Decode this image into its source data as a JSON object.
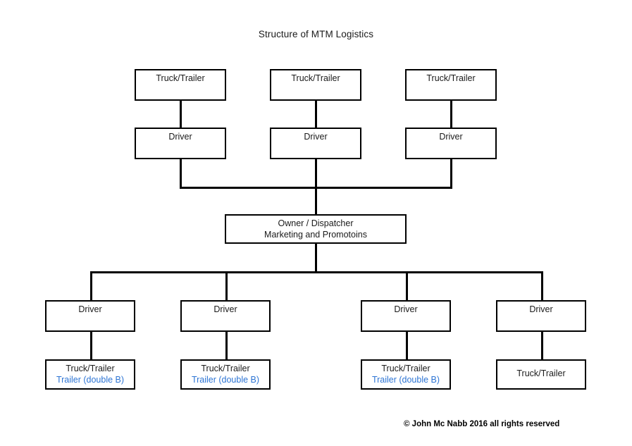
{
  "chart_data": {
    "type": "diagram",
    "title": "Structure of MTM Logistics",
    "diagram_kind": "organizational-hierarchy",
    "root": "Owner / Dispatcher Marketing and Promotoins",
    "accent_color": "#2e75d4",
    "line_color": "#000000",
    "background_color": "#ffffff",
    "nodes": [
      {
        "id": "top-truck-1",
        "lines": [
          "Truck/Trailer"
        ],
        "group": "upper-fleet"
      },
      {
        "id": "top-truck-2",
        "lines": [
          "Truck/Trailer"
        ],
        "group": "upper-fleet"
      },
      {
        "id": "top-truck-3",
        "lines": [
          "Truck/Trailer"
        ],
        "group": "upper-fleet"
      },
      {
        "id": "top-driver-1",
        "lines": [
          "Driver"
        ],
        "group": "upper-drivers"
      },
      {
        "id": "top-driver-2",
        "lines": [
          "Driver"
        ],
        "group": "upper-drivers"
      },
      {
        "id": "top-driver-3",
        "lines": [
          "Driver"
        ],
        "group": "upper-drivers"
      },
      {
        "id": "owner",
        "lines": [
          "Owner / Dispatcher",
          "Marketing and Promotoins"
        ],
        "group": "root"
      },
      {
        "id": "bottom-driver-1",
        "lines": [
          "Driver"
        ],
        "group": "lower-drivers"
      },
      {
        "id": "bottom-driver-2",
        "lines": [
          "Driver"
        ],
        "group": "lower-drivers"
      },
      {
        "id": "bottom-driver-3",
        "lines": [
          "Driver"
        ],
        "group": "lower-drivers"
      },
      {
        "id": "bottom-driver-4",
        "lines": [
          "Driver"
        ],
        "group": "lower-drivers"
      },
      {
        "id": "bottom-truck-1",
        "lines": [
          "Truck/Trailer",
          "Trailer (double B)"
        ],
        "group": "lower-fleet"
      },
      {
        "id": "bottom-truck-2",
        "lines": [
          "Truck/Trailer",
          "Trailer (double B)"
        ],
        "group": "lower-fleet"
      },
      {
        "id": "bottom-truck-3",
        "lines": [
          "Truck/Trailer",
          "Trailer (double B)"
        ],
        "group": "lower-fleet"
      },
      {
        "id": "bottom-truck-4",
        "lines": [
          "Truck/Trailer"
        ],
        "group": "lower-fleet"
      }
    ],
    "edges": [
      {
        "from": "top-truck-1",
        "to": "top-driver-1"
      },
      {
        "from": "top-truck-2",
        "to": "top-driver-2"
      },
      {
        "from": "top-truck-3",
        "to": "top-driver-3"
      },
      {
        "from": "top-driver-1",
        "to": "owner"
      },
      {
        "from": "top-driver-2",
        "to": "owner"
      },
      {
        "from": "top-driver-3",
        "to": "owner"
      },
      {
        "from": "owner",
        "to": "bottom-driver-1"
      },
      {
        "from": "owner",
        "to": "bottom-driver-2"
      },
      {
        "from": "owner",
        "to": "bottom-driver-3"
      },
      {
        "from": "owner",
        "to": "bottom-driver-4"
      },
      {
        "from": "bottom-driver-1",
        "to": "bottom-truck-1"
      },
      {
        "from": "bottom-driver-2",
        "to": "bottom-truck-2"
      },
      {
        "from": "bottom-driver-3",
        "to": "bottom-truck-3"
      },
      {
        "from": "bottom-driver-4",
        "to": "bottom-truck-4"
      }
    ]
  },
  "boxes": {
    "top_truck_1": {
      "line1": "Truck/Trailer"
    },
    "top_truck_2": {
      "line1": "Truck/Trailer"
    },
    "top_truck_3": {
      "line1": "Truck/Trailer"
    },
    "top_driver_1": {
      "line1": "Driver"
    },
    "top_driver_2": {
      "line1": "Driver"
    },
    "top_driver_3": {
      "line1": "Driver"
    },
    "owner": {
      "line1": "Owner / Dispatcher",
      "line2": "Marketing and Promotoins"
    },
    "bottom_driver_1": {
      "line1": "Driver"
    },
    "bottom_driver_2": {
      "line1": "Driver"
    },
    "bottom_driver_3": {
      "line1": "Driver"
    },
    "bottom_driver_4": {
      "line1": "Driver"
    },
    "bottom_truck_1": {
      "line1": "Truck/Trailer",
      "line2": "Trailer (double B)"
    },
    "bottom_truck_2": {
      "line1": "Truck/Trailer",
      "line2": "Trailer (double B)"
    },
    "bottom_truck_3": {
      "line1": "Truck/Trailer",
      "line2": "Trailer (double B)"
    },
    "bottom_truck_4": {
      "line1": "Truck/Trailer"
    }
  },
  "footer": {
    "copyright": "© John Mc Nabb 2016 all rights reserved"
  }
}
